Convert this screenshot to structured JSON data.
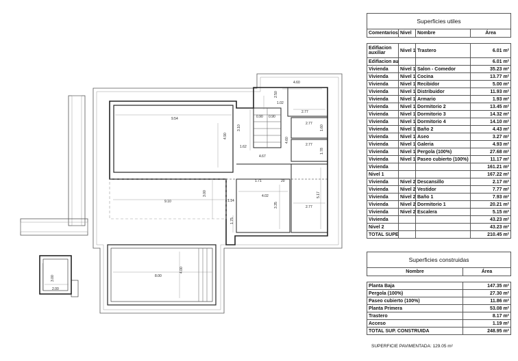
{
  "plan": {
    "dims": {
      "d_460_top": "4.60",
      "d_250": "2.50",
      "d_102": "1.02",
      "d_277_a": "2.77",
      "d_277_b": "2.77",
      "d_277_c": "2.77",
      "d_277_d": "2.77",
      "d_954": "9.54",
      "d_490": "4.90",
      "d_310": "3.10",
      "d_090_a": "0.90",
      "d_090_b": "0.90",
      "d_160": "1.60",
      "d_460_mid": "4.60",
      "d_162": "1.62",
      "d_467": "4.67",
      "d_178": "1.78",
      "d_517": "5.17",
      "d_300": "3.00",
      "d_910": "9.10",
      "d_402": "4.02",
      "d_335": "3.35",
      "d_175": "1.75",
      "d_114": "1.14",
      "d_171": "1.71",
      "d_020": "20",
      "d_300_small": "3.00",
      "d_200": "2.00",
      "d_800": "8.00",
      "d_400": "4.00"
    }
  },
  "utiles": {
    "title": "Superficies utiles",
    "headers": [
      "Comentarios",
      "Nivel",
      "Nombre",
      "Área"
    ],
    "rows": [
      [
        "Edifiacion auxiliar",
        "Nivel 1",
        "Trastero",
        "6.01 m²"
      ],
      [
        "Edifiacion auxiliar",
        "",
        "",
        "6.01 m²"
      ],
      [
        "Vivienda",
        "Nivel 1",
        "Salon - Comedor",
        "35.23 m²"
      ],
      [
        "Vivienda",
        "Nivel 1",
        "Cocina",
        "13.77 m²"
      ],
      [
        "Vivienda",
        "Nivel 1",
        "Recibidor",
        "5.00 m²"
      ],
      [
        "Vivienda",
        "Nivel 1",
        "Distribuidor",
        "11.93 m²"
      ],
      [
        "Vivienda",
        "Nivel 1",
        "Armario",
        "1.93 m²"
      ],
      [
        "Vivienda",
        "Nivel 1",
        "Dormitorio 2",
        "13.45 m²"
      ],
      [
        "Vivienda",
        "Nivel 1",
        "Dormitorio 3",
        "14.32 m²"
      ],
      [
        "Vivienda",
        "Nivel 1",
        "Dormitorio 4",
        "14.10 m²"
      ],
      [
        "Vivienda",
        "Nivel 1",
        "Baño 2",
        "4.43 m²"
      ],
      [
        "Vivienda",
        "Nivel 1",
        "Aseo",
        "3.27 m²"
      ],
      [
        "Vivienda",
        "Nivel 1",
        "Galeria",
        "4.93 m²"
      ],
      [
        "Vivienda",
        "Nivel 1",
        "Pergola (100%)",
        "27.68 m²"
      ],
      [
        "Vivienda",
        "Nivel 1",
        "Paseo cubierto (100%)",
        "11.17 m²"
      ],
      [
        "Vivienda",
        "",
        "",
        "161.21 m²"
      ],
      [
        "Nivel 1",
        "",
        "",
        "167.22 m²"
      ],
      [
        "Vivienda",
        "Nivel 2",
        "Descansillo",
        "2.17 m²"
      ],
      [
        "Vivienda",
        "Nivel 2",
        "Vestidor",
        "7.77 m²"
      ],
      [
        "Vivienda",
        "Nivel 2",
        "Baño 1",
        "7.93 m²"
      ],
      [
        "Vivienda",
        "Nivel 2",
        "Dormitorio 1",
        "20.21 m²"
      ],
      [
        "Vivienda",
        "Nivel 2",
        "Escalera",
        "5.15 m²"
      ],
      [
        "Vivienda",
        "",
        "",
        "43.23 m²"
      ],
      [
        "Nivel 2",
        "",
        "",
        "43.23 m²"
      ],
      [
        "TOTAL SUPERFICIE UTIL",
        "",
        "",
        "210.45 m²"
      ]
    ]
  },
  "construidas": {
    "title": "Superficies construidas",
    "headers": [
      "Nombre",
      "Área"
    ],
    "rows": [
      [
        "Planta Baja",
        "147.35 m²"
      ],
      [
        "Pergola (100%)",
        "27.30 m²"
      ],
      [
        "Paseo cubierto (100%)",
        "11.86 m²"
      ],
      [
        "Planta Primera",
        "53.08 m²"
      ],
      [
        "Trastero",
        "8.17 m²"
      ],
      [
        "Acceso",
        "1.19 m²"
      ],
      [
        "TOTAL SUP. CONSTRUIDA",
        "248.95 m²"
      ]
    ]
  },
  "note": "SUPERFICIE PAVIMENTADA: 129.05 m²"
}
